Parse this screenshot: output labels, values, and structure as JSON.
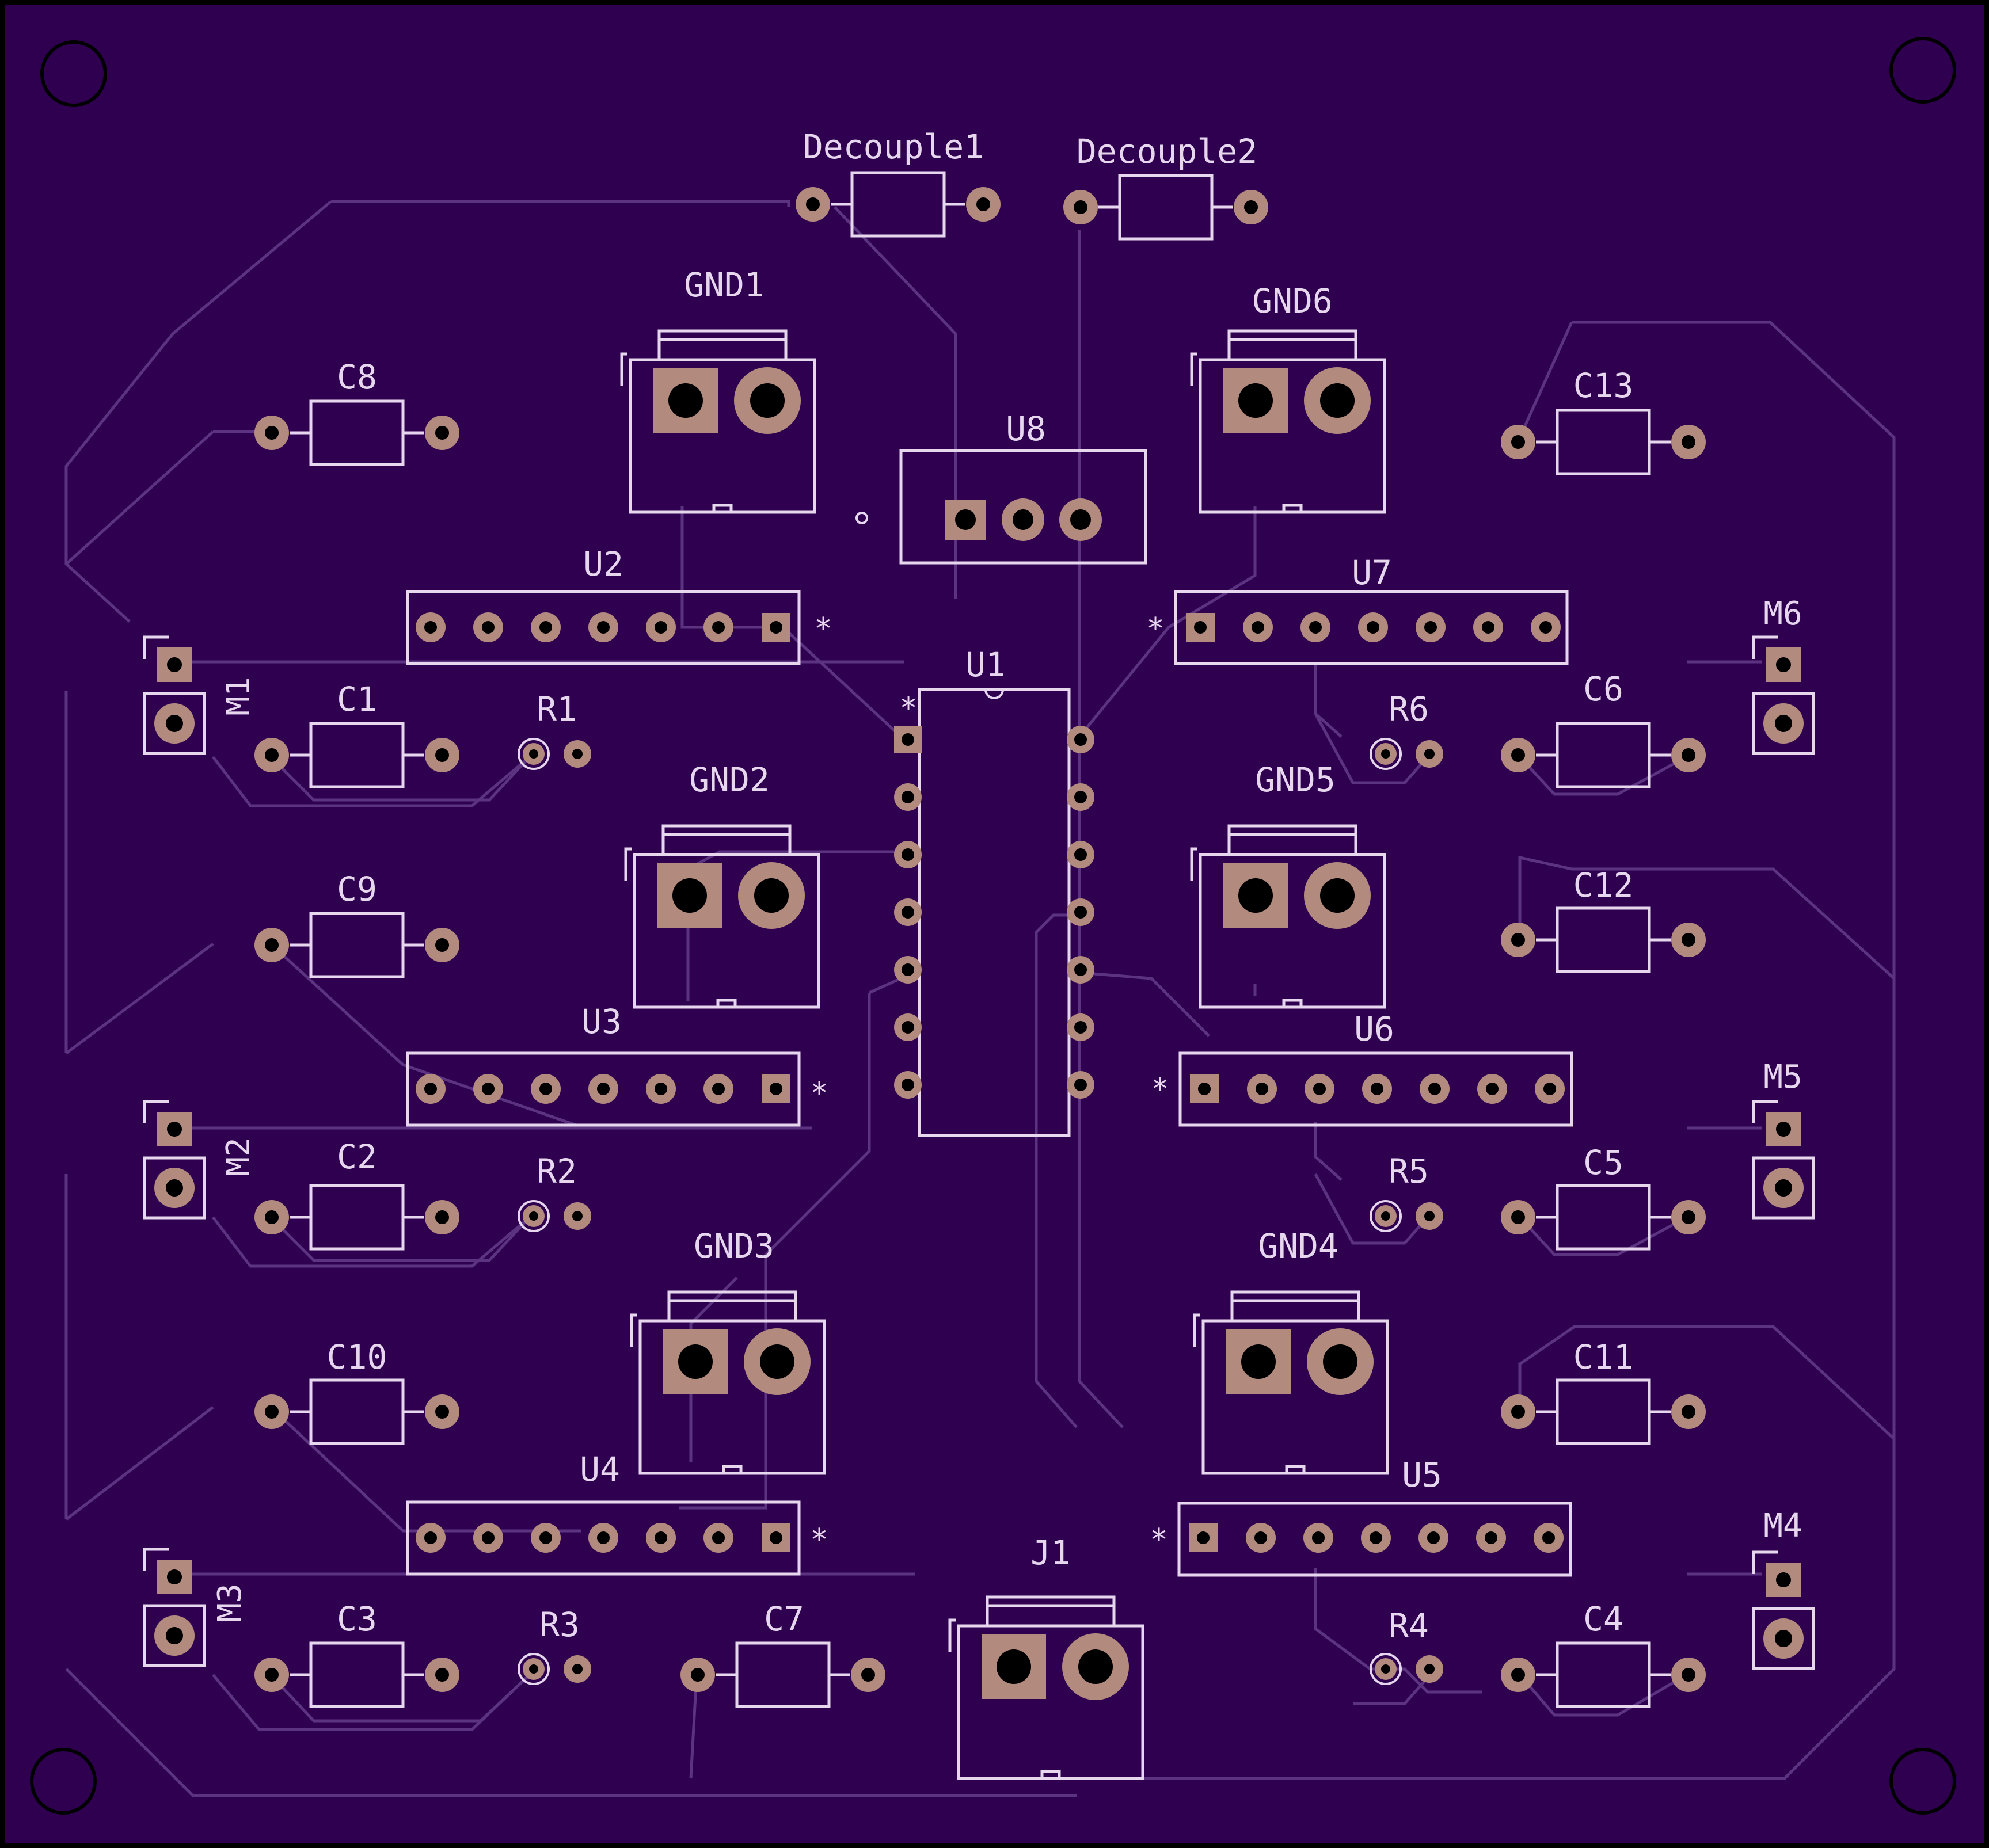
{
  "colors": {
    "board": "#2f0050",
    "silk": "#e6d7ee",
    "pad": "#b38a7e",
    "hole": "#000000",
    "trace": "#5b3380",
    "edge": "#000000"
  },
  "labels": {
    "decouple1": "Decouple1",
    "decouple2": "Decouple2",
    "gnd1": "GND1",
    "gnd2": "GND2",
    "gnd3": "GND3",
    "gnd4": "GND4",
    "gnd5": "GND5",
    "gnd6": "GND6",
    "j1": "J1",
    "u1": "U1",
    "u2": "U2",
    "u3": "U3",
    "u4": "U4",
    "u5": "U5",
    "u6": "U6",
    "u7": "U7",
    "u8": "U8",
    "c1": "C1",
    "c2": "C2",
    "c3": "C3",
    "c4": "C4",
    "c5": "C5",
    "c6": "C6",
    "c7": "C7",
    "c8": "C8",
    "c9": "C9",
    "c10": "C10",
    "c11": "C11",
    "c12": "C12",
    "c13": "C13",
    "r1": "R1",
    "r2": "R2",
    "r3": "R3",
    "r4": "R4",
    "r5": "R5",
    "r6": "R6",
    "m1": "M1",
    "m2": "M2",
    "m3": "M3",
    "m4": "M4",
    "m5": "M5",
    "m6": "M6",
    "pin1_marker": "*"
  }
}
